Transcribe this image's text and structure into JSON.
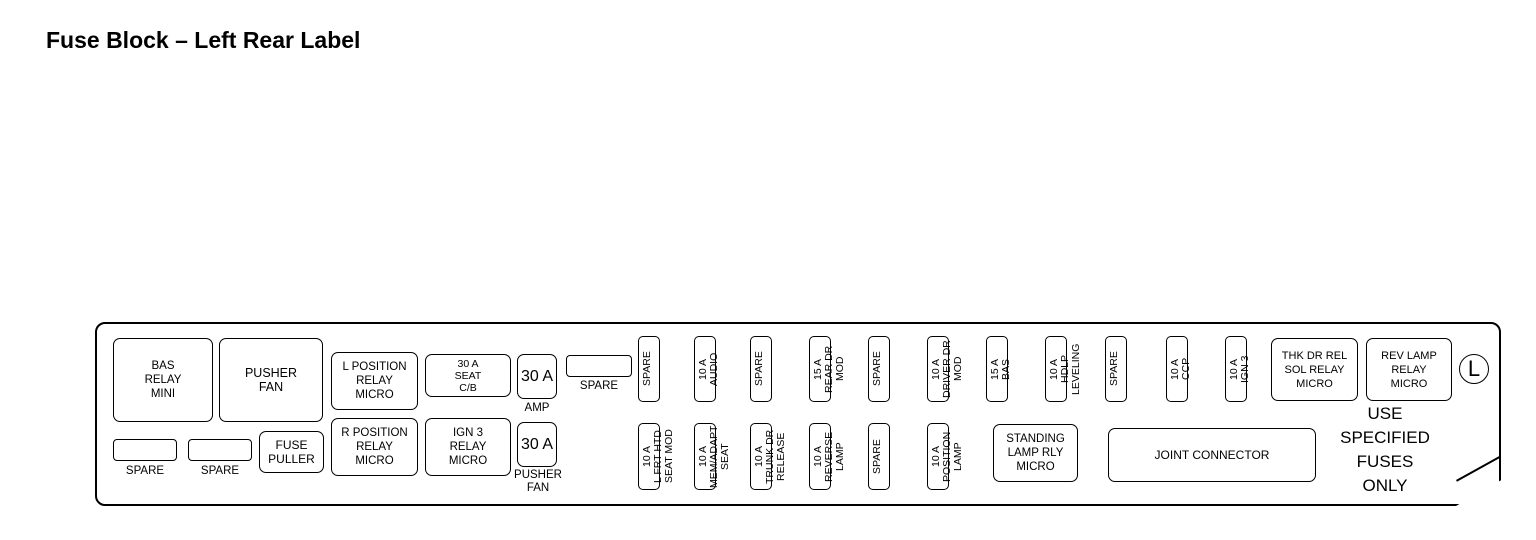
{
  "title": "Fuse Block – Left Rear Label",
  "relays_top": {
    "bas_relay": "BAS\nRELAY\nMINI",
    "pusher_fan": "PUSHER\nFAN",
    "l_position": "L POSITION\nRELAY\nMICRO",
    "seat_cb": "30 A\nSEAT\nC/B",
    "amp_fuse": "30 A",
    "amp_label": "AMP",
    "spare_top": "SPARE"
  },
  "relays_bottom": {
    "spare1": "SPARE",
    "spare2": "SPARE",
    "fuse_puller": "FUSE\nPULLER",
    "r_position": "R POSITION\nRELAY\nMICRO",
    "ign3_relay": "IGN 3\nRELAY\nMICRO",
    "pusher_fuse": "30 A",
    "pusher_label": "PUSHER\nFAN"
  },
  "fuses_top": [
    {
      "text": "SPARE"
    },
    {
      "text": "10 A\nAUDIO"
    },
    {
      "text": "SPARE"
    },
    {
      "text": "15 A\nREAR DR\nMOD"
    },
    {
      "text": "SPARE"
    },
    {
      "text": "10 A\nDRIVER DR\nMOD"
    },
    {
      "text": "15 A\nBAS"
    },
    {
      "text": "10 A\nHDLP\nLEVELING"
    },
    {
      "text": "SPARE"
    },
    {
      "text": "10 A\nCCP"
    },
    {
      "text": "10 A\nIGN 3"
    }
  ],
  "fuses_bottom": [
    {
      "text": "10 A\nL FRT HTD\nSEAT MOD"
    },
    {
      "text": "10 A\nMEM/ADAPT\nSEAT"
    },
    {
      "text": "10 A\nTRUNK DR\nRELEASE"
    },
    {
      "text": "10 A\nREVERSE\nLAMP"
    },
    {
      "text": "SPARE"
    },
    {
      "text": "10 A\nPOSITION\nLAMP"
    }
  ],
  "thk_dr": "THK DR REL\nSOL RELAY\nMICRO",
  "rev_lamp": "REV LAMP\nRELAY\nMICRO",
  "standing_lamp": "STANDING\nLAMP RLY\nMICRO",
  "joint_connector": "JOINT CONNECTOR",
  "use_specified": "USE\nSPECIFIED\nFUSES\nONLY",
  "side_mark": "L"
}
